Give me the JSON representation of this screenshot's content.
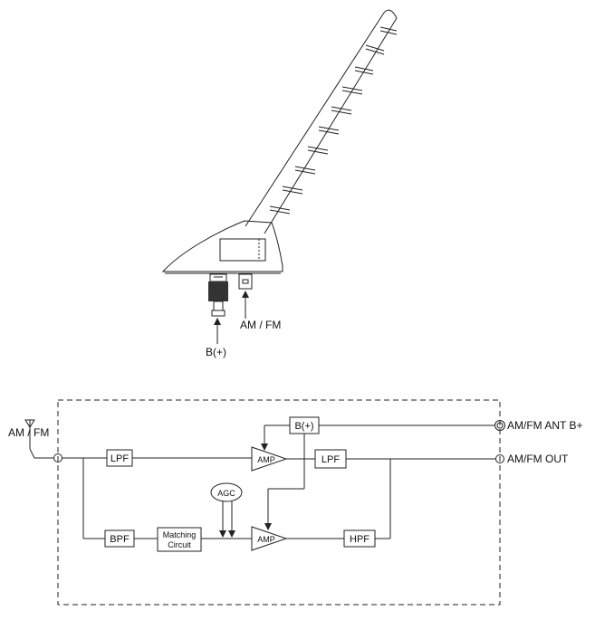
{
  "antenna": {
    "label_am_fm": "AM / FM",
    "label_b_plus": "B(+)"
  },
  "circuit": {
    "input_label": "AM / FM",
    "lpf_in": "LPF",
    "bpf": "BPF",
    "matching_line1": "Matching",
    "matching_line2": "Circuit",
    "agc": "AGC",
    "amp_top": "AMP",
    "amp_bottom": "AMP",
    "b_plus": "B(+)",
    "lpf_out": "LPF",
    "hpf": "HPF",
    "out_ant_b": "AM/FM ANT B+",
    "out_am_fm": "AM/FM OUT"
  }
}
